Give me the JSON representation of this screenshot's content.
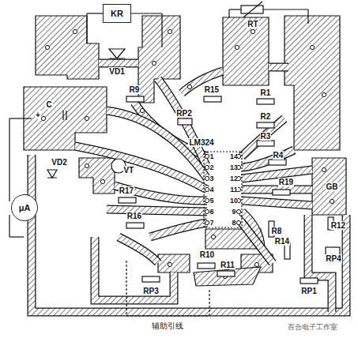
{
  "diagram": {
    "nodes": [
      {
        "text": [
          "KR"
        ]
      },
      {
        "text": [
          "μA"
        ]
      }
    ],
    "labels": [
      "RT",
      "VD1",
      "R9",
      "R15",
      "R1",
      "R2",
      "R3",
      "R4",
      "C",
      "+",
      "RP2",
      "LM324",
      "VT",
      "VD2",
      "R17",
      "R16",
      "R19",
      "GB",
      "R12",
      "R8",
      "R14",
      "R10",
      "R11",
      "RP3",
      "RP4",
      "RP1",
      "辅助引线",
      "百合电子工作室",
      "1",
      "2",
      "3",
      "4",
      "5",
      "6",
      "7",
      "14",
      "13",
      "12",
      "11",
      "10",
      "9",
      "8"
    ]
  }
}
